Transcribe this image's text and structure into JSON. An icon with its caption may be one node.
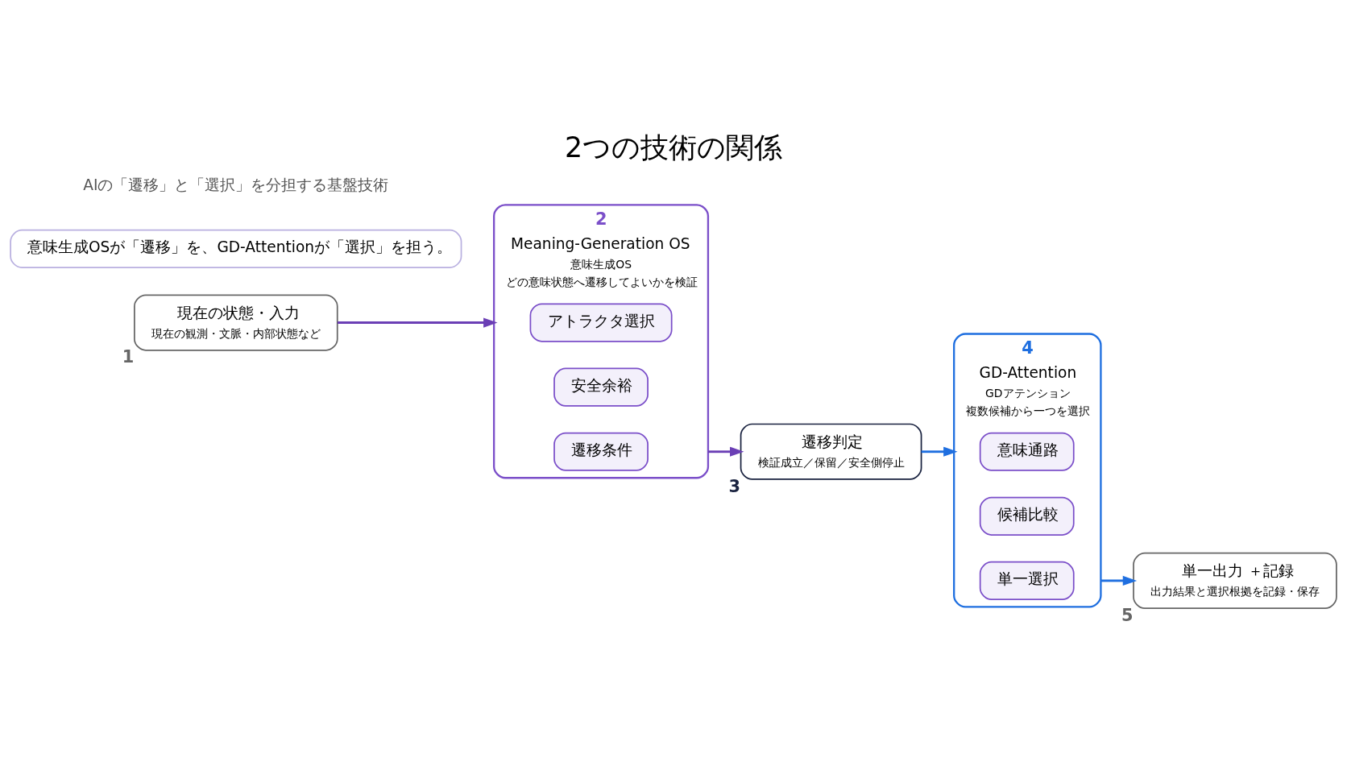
{
  "diagram": {
    "title": "2つの技術の関係",
    "nodes": [
      {
        "text": [
          "現在の状態・入力",
          "現在の観測・文脈・内部状態など"
        ],
        "beside": [
          "1"
        ]
      },
      {
        "text": [
          "Meaning-Generation OS",
          "意味生成OS",
          "どの意味状態へ遷移してよいかを検証"
        ],
        "beside": [
          "2"
        ]
      },
      {
        "text": [
          "アトラクタ選択"
        ],
        "in": 1
      },
      {
        "text": [
          "安全余裕"
        ],
        "in": 1
      },
      {
        "text": [
          "遷移条件"
        ],
        "in": 1
      },
      {
        "text": [
          "遷移判定",
          "検証成立／保留／安全側停止"
        ],
        "beside": [
          "3"
        ]
      },
      {
        "text": [
          "GD-Attention",
          "GDアテンション",
          "複数候補から一つを選択"
        ],
        "beside": [
          "4"
        ]
      },
      {
        "text": [
          "意味通路"
        ],
        "in": 6
      },
      {
        "text": [
          "候補比較"
        ],
        "in": 6
      },
      {
        "text": [
          "単一選択"
        ],
        "in": 6
      },
      {
        "text": [
          "単一出力 ＋記録",
          "出力結果と選択根拠を記録・保存"
        ],
        "beside": [
          "5"
        ]
      },
      {
        "text": [
          "意味生成OSが「遷移」を、GD-Attentionが「選択」を担う。"
        ]
      }
    ],
    "edges": [
      {
        "from": 0,
        "to": 1,
        "arrow": "to",
        "color": "#6b3fb5"
      },
      {
        "from": 1,
        "to": 5,
        "arrow": "to",
        "color": "#6b3fb5"
      },
      {
        "from": 5,
        "to": 6,
        "arrow": "to",
        "color": "#1f6fe0"
      },
      {
        "from": 6,
        "to": 10,
        "arrow": "to",
        "color": "#1f6fe0"
      }
    ],
    "labels": [
      "AIの「遷移」と「選択」を分担する基盤技術"
    ]
  }
}
